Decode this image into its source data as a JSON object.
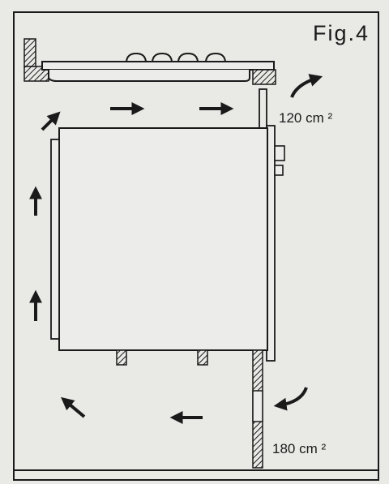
{
  "figure": {
    "title": "Fig.4"
  },
  "vents": {
    "top_label": "120 cm ²",
    "bottom_label": "180 cm ²"
  },
  "colors": {
    "paper": "#e9e9e6",
    "ink": "#1a1a1a",
    "box_fill": "#ececea"
  },
  "icons": {
    "airflow": "arrow-icon",
    "vent_out": "curved-arrow-icon",
    "vent_in": "curved-arrow-icon"
  }
}
